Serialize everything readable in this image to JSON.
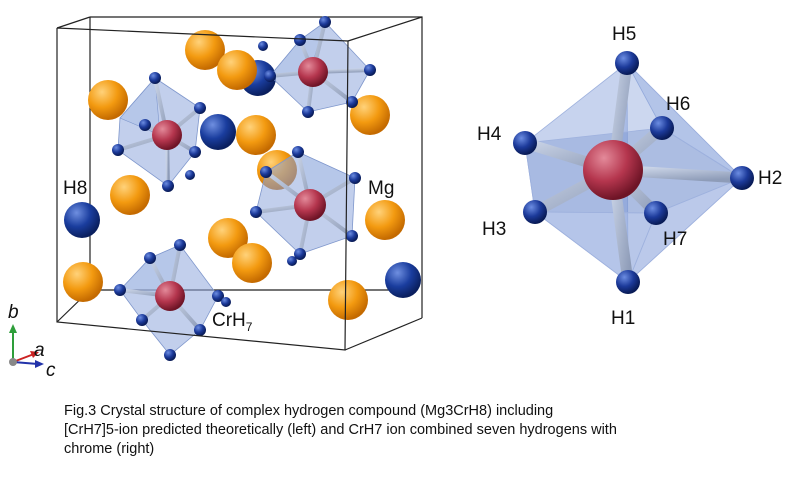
{
  "left_labels": {
    "h8": "H8",
    "mg": "Mg",
    "crh_base": "CrH",
    "crh_sub": "7"
  },
  "axes": {
    "b": "b",
    "a": "a",
    "c": "c",
    "colors": {
      "b": "#2e9e3a",
      "a": "#cc2222",
      "c": "#2233aa"
    }
  },
  "right_labels": {
    "h1": "H1",
    "h2": "H2",
    "h3": "H3",
    "h4": "H4",
    "h5": "H5",
    "h6": "H6",
    "h7": "H7"
  },
  "caption": {
    "line1": "Fig.3 Crystal structure of complex hydrogen compound (Mg3CrH8) including",
    "line2": "[CrH7]5-ion predicted theoretically (left) and CrH7 ion combined seven hydrogens with",
    "line3": "chrome (right)"
  },
  "colors": {
    "mg": "#f39a10",
    "h8": "#1a3d9e",
    "cr": "#b5364e",
    "h": "#1c3a9a",
    "polyhedron": "#8fa8dd"
  }
}
